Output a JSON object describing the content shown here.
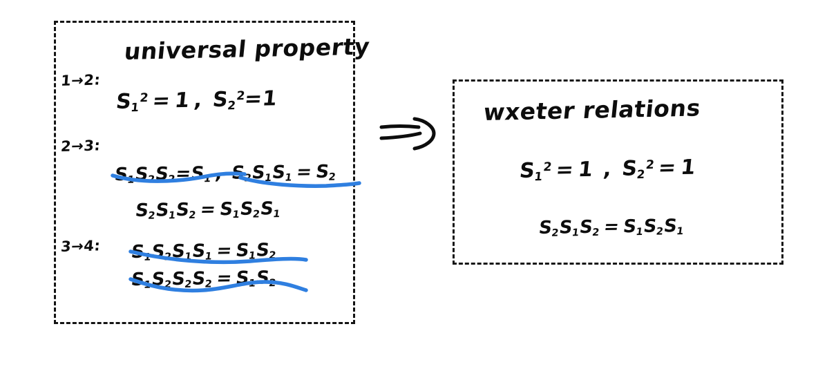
{
  "diagram": {
    "type": "handwritten-note",
    "implication_symbol": "⟹",
    "accent_color": "#2f7fe0",
    "ink_color": "#0d0d0d",
    "box_border_color": "#141414"
  },
  "left_box": {
    "title": "universal property",
    "steps": [
      {
        "label": "1→2:",
        "rows": [
          {
            "text": "S₁² = 1 ,  S₂² = 1",
            "struck": false
          }
        ]
      },
      {
        "label": "2→3:",
        "rows": [
          {
            "text": "S₁S₂S₂ = S₁ ,  S₂S₁S₁ = S₂",
            "struck": true
          },
          {
            "text": "S₂S₁S₂ = S₁S₂S₁",
            "struck": false
          }
        ]
      },
      {
        "label": "3→4:",
        "rows": [
          {
            "text": "S₁S₂S₁S₁ = S₁S₂",
            "struck": true
          },
          {
            "text": "S₁S₂S₂S₂ = S₁S₂",
            "struck": true
          }
        ]
      }
    ]
  },
  "right_box": {
    "title": "wxeter relations",
    "rows": [
      {
        "text": "S₁² = 1 ,  S₂² = 1",
        "struck": false
      },
      {
        "text": "S₂S₁S₂ = S₁S₂S₁",
        "struck": false
      }
    ]
  }
}
